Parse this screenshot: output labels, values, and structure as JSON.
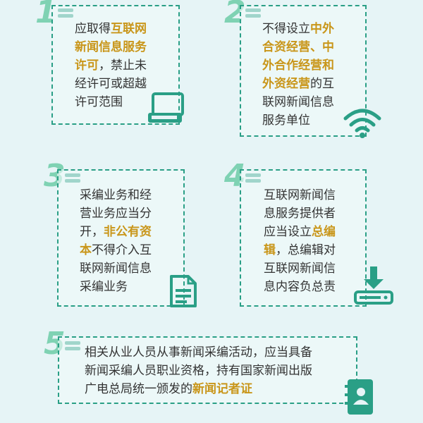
{
  "items": [
    {
      "number": "1",
      "lines": [
        [
          {
            "t": "应取得"
          },
          {
            "t": "互联网",
            "h": true
          }
        ],
        [
          {
            "t": "新闻信息服务",
            "h": true
          }
        ],
        [
          {
            "t": "许可",
            "h": true
          },
          {
            "t": "，禁止未"
          }
        ],
        [
          {
            "t": "经许可或超越"
          }
        ],
        [
          {
            "t": "许可范围"
          }
        ]
      ],
      "icon": "tablet-icon"
    },
    {
      "number": "2",
      "lines": [
        [
          {
            "t": "不得设立"
          },
          {
            "t": "中外",
            "h": true
          }
        ],
        [
          {
            "t": "合资经营、中",
            "h": true
          }
        ],
        [
          {
            "t": "外合作经营和",
            "h": true
          }
        ],
        [
          {
            "t": "外资经营",
            "h": true
          },
          {
            "t": "的互"
          }
        ],
        [
          {
            "t": "联网新闻信息"
          }
        ],
        [
          {
            "t": "服务单位"
          }
        ]
      ],
      "icon": "wifi-icon"
    },
    {
      "number": "3",
      "lines": [
        [
          {
            "t": "采编业务和经"
          }
        ],
        [
          {
            "t": "营业务应当分"
          }
        ],
        [
          {
            "t": "开，"
          },
          {
            "t": "非公有资",
            "h": true
          }
        ],
        [
          {
            "t": "本",
            "h": true
          },
          {
            "t": "不得介入互"
          }
        ],
        [
          {
            "t": "联网新闻信息"
          }
        ],
        [
          {
            "t": "采编业务"
          }
        ]
      ],
      "icon": "document-icon"
    },
    {
      "number": "4",
      "lines": [
        [
          {
            "t": "互联网新闻信"
          }
        ],
        [
          {
            "t": "息服务提供者"
          }
        ],
        [
          {
            "t": "应当设立"
          },
          {
            "t": "总编",
            "h": true
          }
        ],
        [
          {
            "t": "辑",
            "h": true
          },
          {
            "t": "，总编辑对"
          }
        ],
        [
          {
            "t": "互联网新闻信"
          }
        ],
        [
          {
            "t": "息内容负总责"
          }
        ]
      ],
      "icon": "download-icon"
    },
    {
      "number": "5",
      "lines": [
        [
          {
            "t": "相关从业人员从事新闻采编活动，应当具备"
          }
        ],
        [
          {
            "t": "新闻采编人员职业资格，持有国家新闻出版"
          }
        ],
        [
          {
            "t": "广电总局统一颁发的"
          },
          {
            "t": "新闻记者证",
            "h": true
          }
        ]
      ],
      "icon": "contact-book-icon"
    }
  ],
  "colors": {
    "accent": "#2a9f86",
    "number": "#7fd2b3",
    "highlight": "#c9961a",
    "text": "#333333",
    "background": "#e6f4f6"
  }
}
